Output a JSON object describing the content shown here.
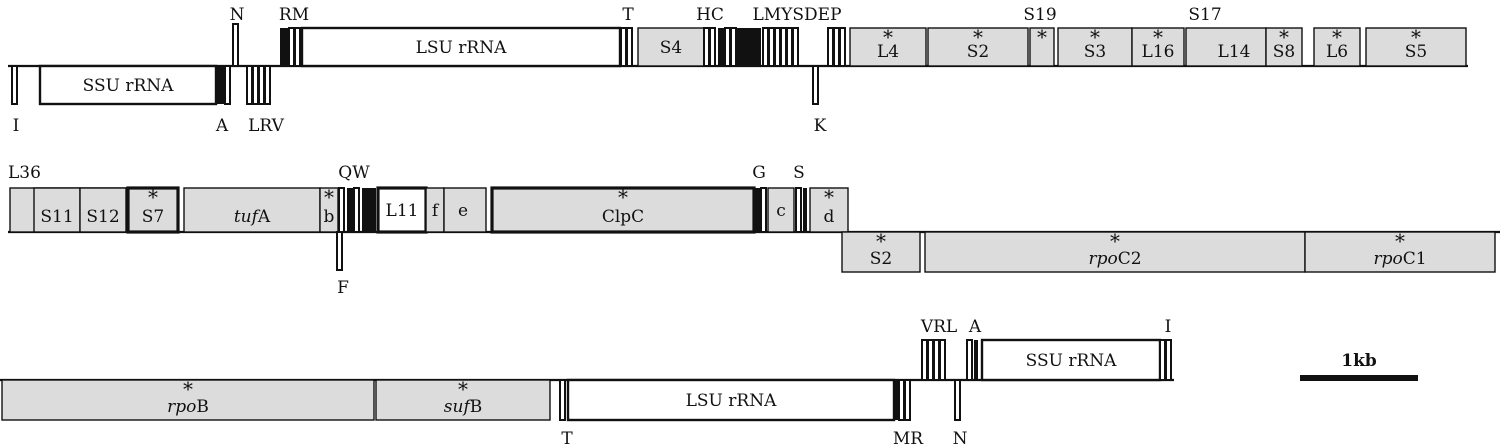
{
  "colors": {
    "gene_fill": "#dcdcdc",
    "rrna_fill": "#ffffff",
    "stroke": "#111111",
    "strand_line": "#111111"
  },
  "rows": [
    {
      "id": "row1",
      "blocks": [
        {
          "label": "SSU rRNA",
          "type": "rrna"
        },
        {
          "label": "LSU rRNA",
          "type": "rrna"
        },
        {
          "label": "S4",
          "type": "gene"
        },
        {
          "label": "L4",
          "type": "gene",
          "star": true
        },
        {
          "label": "S2",
          "type": "gene",
          "star": true
        },
        {
          "label": "",
          "type": "gene",
          "star": true
        },
        {
          "label": "S3",
          "type": "gene",
          "star": true
        },
        {
          "label": "L16",
          "type": "gene",
          "star": true
        },
        {
          "label": "L14",
          "type": "gene"
        },
        {
          "label": "S8",
          "type": "gene",
          "star": true
        },
        {
          "label": "L6",
          "type": "gene",
          "star": true
        },
        {
          "label": "S5",
          "type": "gene",
          "star": true
        }
      ],
      "trna_labels": [
        "N",
        "RM",
        "T",
        "HC",
        "LMYSDEP",
        "S19",
        "S17",
        "I",
        "A",
        "LRV",
        "K"
      ]
    },
    {
      "id": "row2",
      "blocks": [
        {
          "label": "S11",
          "type": "gene"
        },
        {
          "label": "S12",
          "type": "gene"
        },
        {
          "label": "S7",
          "type": "gene",
          "star": true
        },
        {
          "label": "tuf",
          "suffix": "A",
          "type": "gene"
        },
        {
          "label": "b",
          "type": "gene",
          "star": true
        },
        {
          "label": "L11",
          "type": "rrna"
        },
        {
          "label": "f",
          "type": "gene"
        },
        {
          "label": "e",
          "type": "gene"
        },
        {
          "label": "ClpC",
          "type": "gene",
          "star": true
        },
        {
          "label": "c",
          "type": "gene"
        },
        {
          "label": "d",
          "type": "gene",
          "star": true
        },
        {
          "label": "S2",
          "type": "gene",
          "star": true
        },
        {
          "label": "rpo",
          "suffix": "C2",
          "type": "gene",
          "star": true
        },
        {
          "label": "rpo",
          "suffix": "C1",
          "type": "gene",
          "star": true
        }
      ],
      "trna_labels": [
        "L36",
        "QW",
        "G",
        "S",
        "F"
      ]
    },
    {
      "id": "row3",
      "blocks": [
        {
          "label": "rpo",
          "suffix": "B",
          "type": "gene",
          "star": true
        },
        {
          "label": "suf",
          "suffix": "B",
          "type": "gene",
          "star": true
        },
        {
          "label": "LSU rRNA",
          "type": "rrna"
        },
        {
          "label": "SSU rRNA",
          "type": "rrna"
        }
      ],
      "trna_labels": [
        "VRL",
        "A",
        "I",
        "T",
        "MR",
        "N"
      ]
    }
  ],
  "star_symbol": "*",
  "scale_bar": {
    "label": "1kb"
  }
}
